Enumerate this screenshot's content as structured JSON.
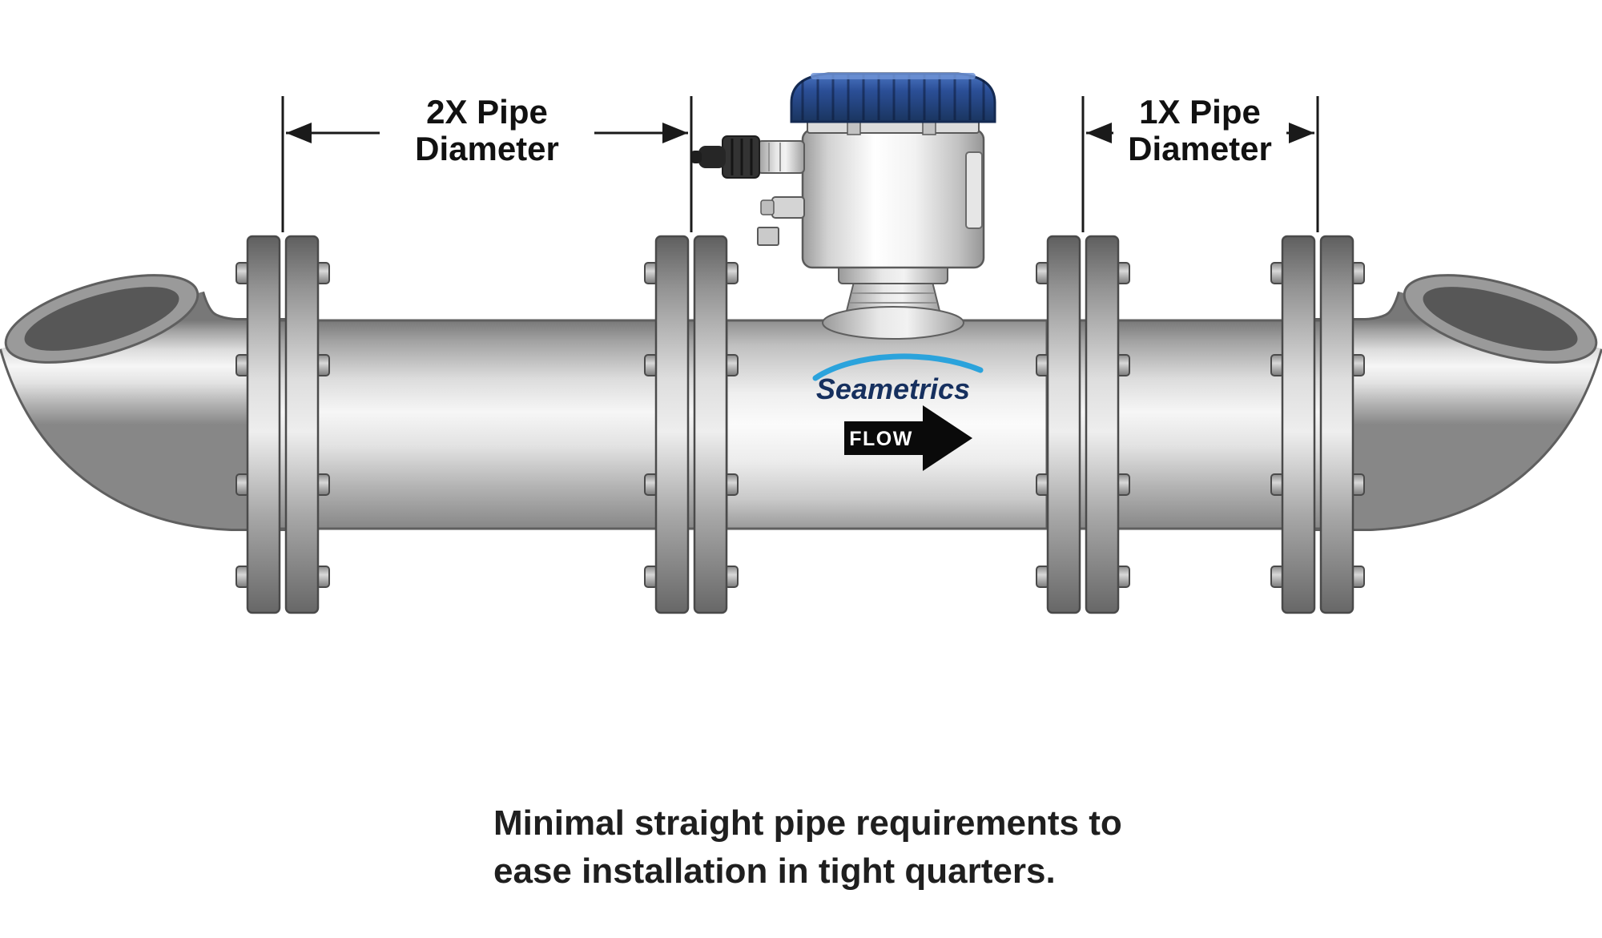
{
  "diagram": {
    "left_dimension": {
      "line1": "2X Pipe",
      "line2": "Diameter"
    },
    "right_dimension": {
      "line1": "1X Pipe",
      "line2": "Diameter"
    },
    "brand": "Seametrics",
    "flow_label": "FLOW",
    "caption": {
      "line1": "Minimal straight pipe requirements to",
      "line2": "ease installation in tight quarters."
    }
  },
  "colors": {
    "lid_blue": "#2b4f97",
    "brand_navy": "#16305f",
    "swoosh_blue": "#2ba3dc",
    "arrow_black": "#0a0a0a",
    "dimension_black": "#1a1a1a",
    "caption_black": "#1f1f1f"
  }
}
